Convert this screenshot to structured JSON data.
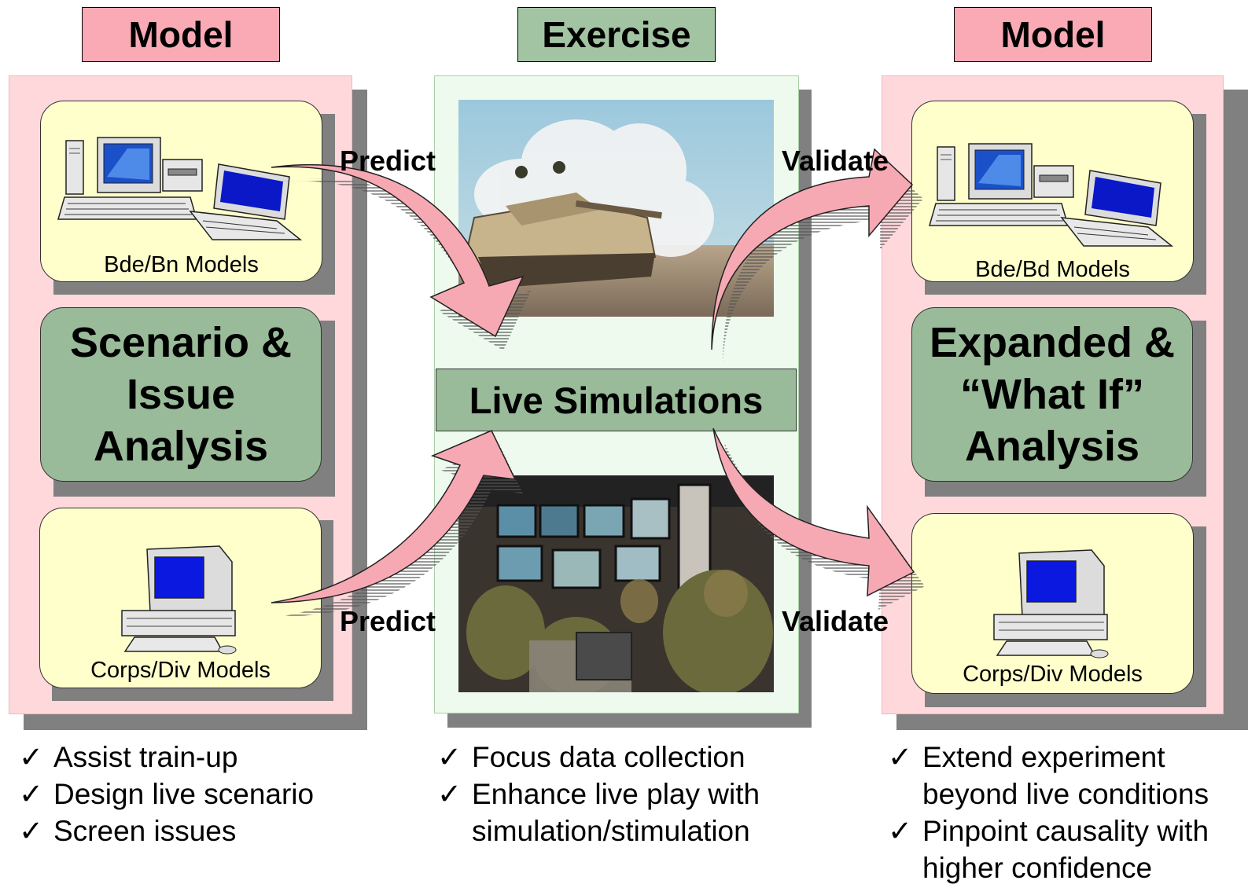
{
  "left": {
    "header": "Model",
    "top_box": {
      "label": "Bde/Bn Models"
    },
    "middle_box": {
      "label": "Scenario &\nIssue\nAnalysis"
    },
    "bottom_box": {
      "label": "Corps/Div Models"
    },
    "bullets": [
      "Assist train-up",
      "Design live scenario",
      "Screen issues"
    ]
  },
  "center": {
    "header": "Exercise",
    "live_box": {
      "label": "Live Simulations"
    },
    "bullets": [
      "Focus data collection",
      "Enhance live play with\nsimulation/stimulation"
    ]
  },
  "right": {
    "header": "Model",
    "top_box": {
      "label": "Bde/Bd Models"
    },
    "middle_box": {
      "label": "Expanded &\n“What If”\nAnalysis"
    },
    "bottom_box": {
      "label": "Corps/Div Models"
    },
    "bullets": [
      "Extend experiment\nbeyond live conditions",
      "Pinpoint causality with\nhigher confidence"
    ]
  },
  "arrows": {
    "predict_top": "Predict",
    "predict_bottom": "Predict",
    "validate_top": "Validate",
    "validate_bottom": "Validate"
  },
  "check_mark": "✓",
  "colors": {
    "model_header": "#f9aab4",
    "exercise_header": "#a2c4a2",
    "model_column": "#ffd8dc",
    "exercise_column": "#eefaee",
    "yellow_box": "#ffffcc",
    "green_box": "#99bb99",
    "arrow": "#f7a9b3"
  },
  "icons": [
    "desktop-computer-icon",
    "terminal-computer-icon",
    "tank-photo",
    "command-center-photo"
  ]
}
